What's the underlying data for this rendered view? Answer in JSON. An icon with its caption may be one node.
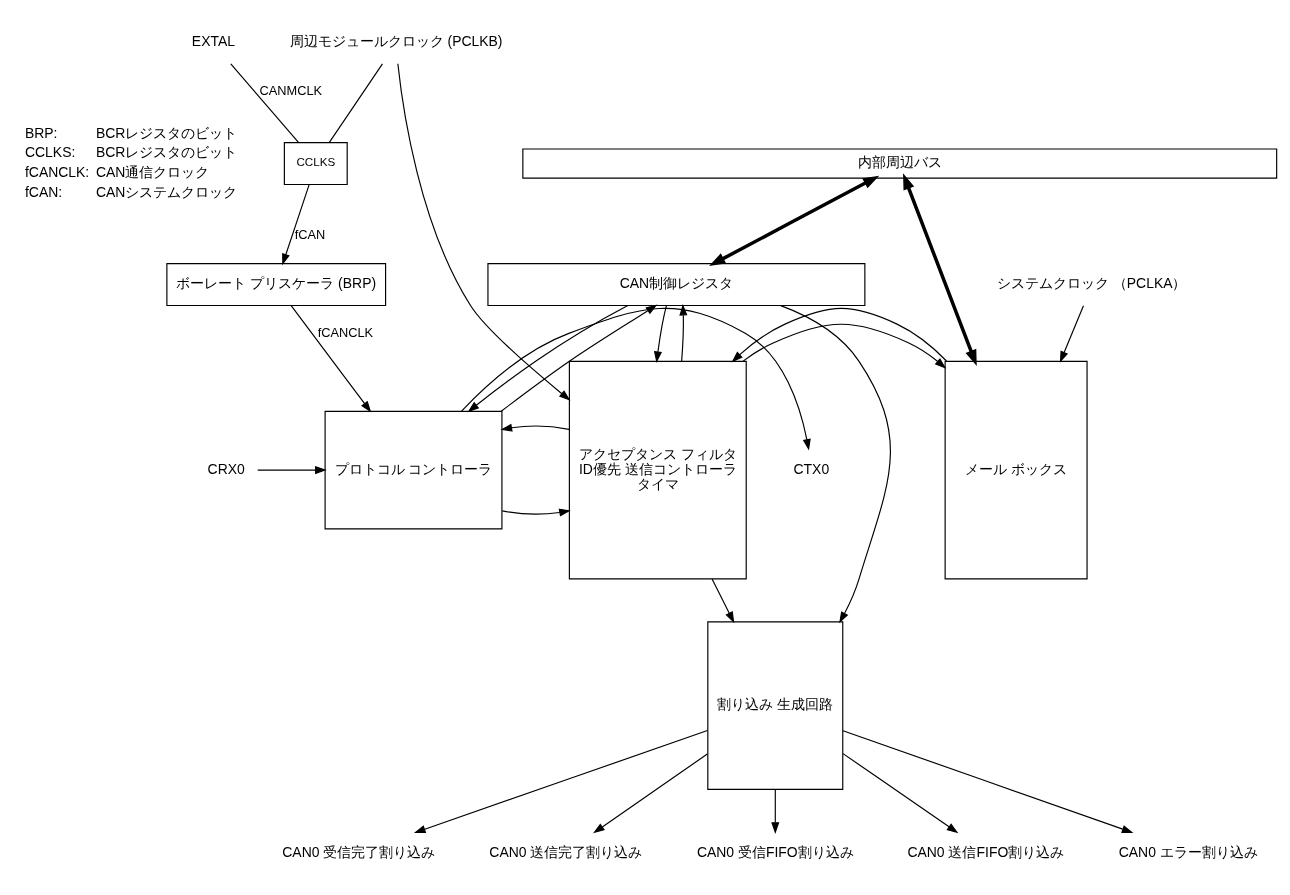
{
  "diagram": {
    "nodes": [
      {
        "text": [
          "内部周辺バス"
        ]
      },
      {
        "text": [
          "CAN制御レジスタ"
        ]
      },
      {
        "text": [
          "プロトコル コントローラ"
        ]
      },
      {
        "text": [
          "アクセプタンス フィルタ",
          "ID優先 送信コントローラ",
          "タイマ"
        ]
      },
      {
        "text": [
          "メール ボックス"
        ]
      },
      {
        "text": [
          "ボーレート プリスケーラ (BRP)"
        ]
      },
      {
        "text": [
          "割り込み 生成回路"
        ]
      },
      {
        "text": [
          "CRX0"
        ]
      },
      {
        "text": [
          "CTX0"
        ]
      },
      {
        "text": [
          "EXTAL"
        ]
      },
      {
        "text": [
          "周辺モジュールクロック (PCLKB)"
        ]
      },
      {
        "text": [
          "システムクロック （PCLKA）"
        ]
      },
      {
        "text": [
          "CCLKS"
        ]
      },
      {
        "text": [
          "CAN0 受信完了割り込み"
        ]
      },
      {
        "text": [
          "CAN0 送信完了割り込み"
        ]
      },
      {
        "text": [
          "CAN0 受信FIFO割り込み"
        ]
      },
      {
        "text": [
          "CAN0 送信FIFO割り込み"
        ]
      },
      {
        "text": [
          "CAN0 エラー割り込み"
        ]
      }
    ],
    "edges": [
      {
        "from": 0,
        "to": 1,
        "arrow": "both",
        "style": "thick"
      },
      {
        "from": 0,
        "to": 4,
        "arrow": "both",
        "style": "thick"
      },
      {
        "from": 1,
        "to": 2,
        "arrow": "to"
      },
      {
        "from": 2,
        "to": 1,
        "arrow": "to"
      },
      {
        "from": 1,
        "to": 3,
        "arrow": "to"
      },
      {
        "from": 3,
        "to": 1,
        "arrow": "to"
      },
      {
        "from": 1,
        "to": 6,
        "arrow": "to"
      },
      {
        "from": 7,
        "to": 2,
        "arrow": "to"
      },
      {
        "from": 2,
        "to": 8,
        "arrow": "to"
      },
      {
        "from": 2,
        "to": 3,
        "arrow": "to"
      },
      {
        "from": 3,
        "to": 2,
        "arrow": "to"
      },
      {
        "from": 3,
        "to": 4,
        "arrow": "to"
      },
      {
        "from": 4,
        "to": 3,
        "arrow": "to"
      },
      {
        "from": 5,
        "to": 2,
        "arrow": "to",
        "label": "fCANCLK"
      },
      {
        "from": 10,
        "to": 3,
        "arrow": "to"
      },
      {
        "from": 10,
        "to": 12,
        "arrow": "none"
      },
      {
        "from": 9,
        "to": 12,
        "arrow": "none",
        "label": "CANMCLK"
      },
      {
        "from": 12,
        "to": 5,
        "arrow": "to",
        "label": "fCAN"
      },
      {
        "from": 11,
        "to": 4,
        "arrow": "to"
      },
      {
        "from": 3,
        "to": 6,
        "arrow": "to"
      },
      {
        "from": 6,
        "to": 13,
        "arrow": "to"
      },
      {
        "from": 6,
        "to": 14,
        "arrow": "to"
      },
      {
        "from": 6,
        "to": 15,
        "arrow": "to"
      },
      {
        "from": 6,
        "to": 16,
        "arrow": "to"
      },
      {
        "from": 6,
        "to": 17,
        "arrow": "to"
      }
    ],
    "labels": [
      "BRP:",
      "BCRレジスタのビット",
      "CCLKS:",
      "BCRレジスタのビット",
      "fCANCLK:",
      "CAN通信クロック",
      "fCAN:",
      "CANシステムクロック"
    ]
  }
}
